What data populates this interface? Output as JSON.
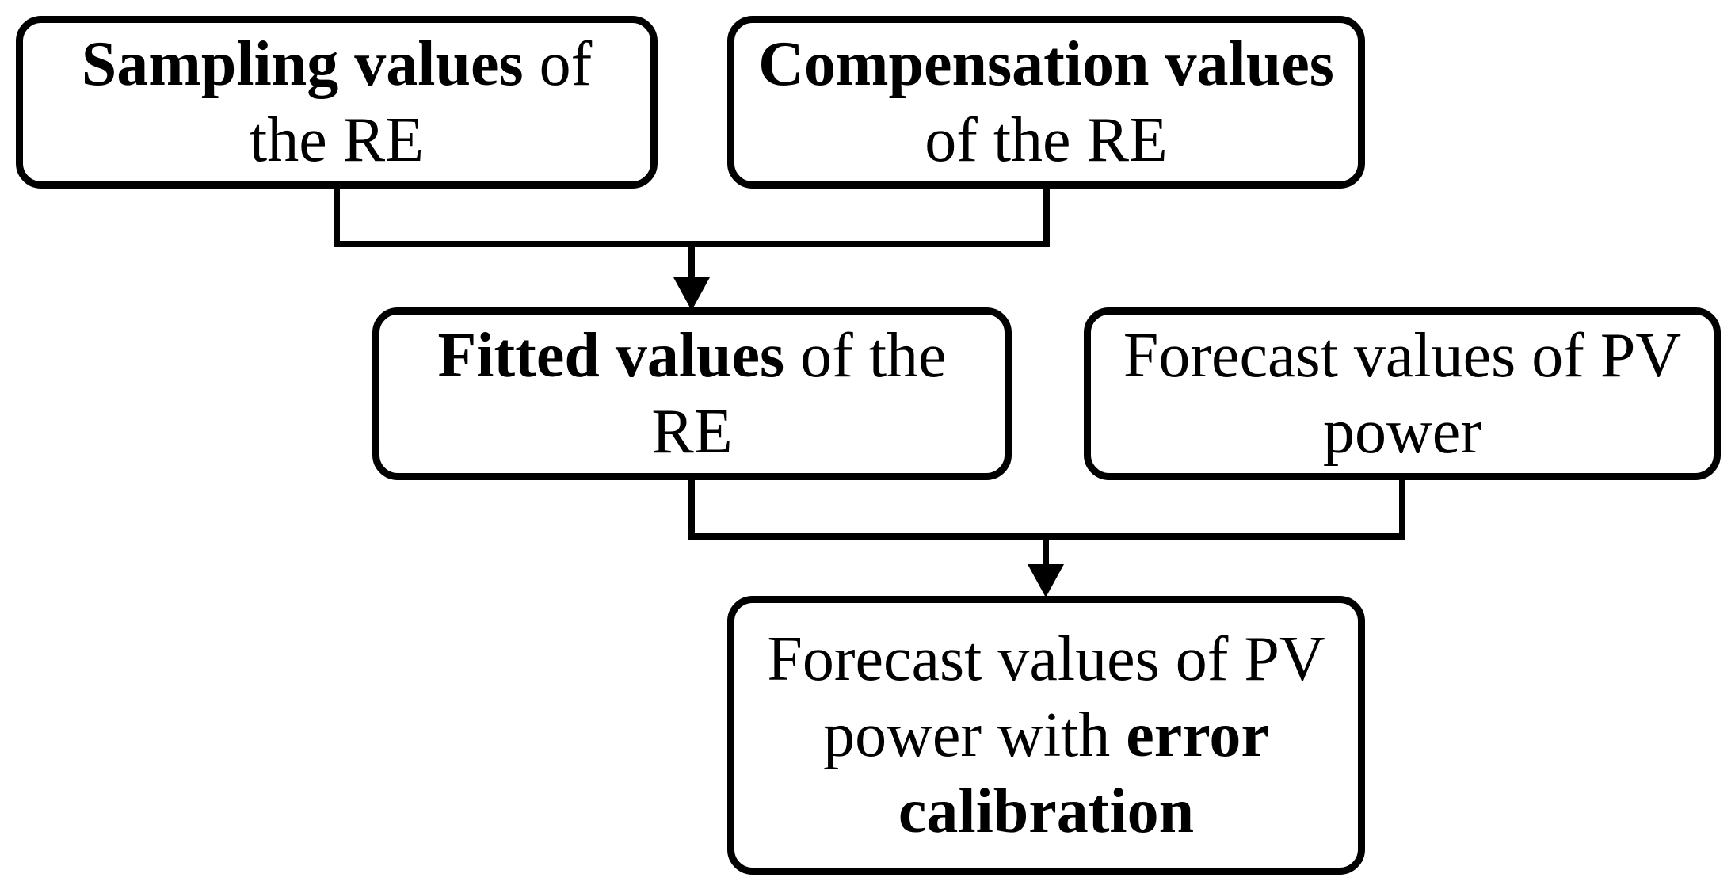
{
  "diagram": {
    "background_color": "#ffffff",
    "stroke_color": "#000000",
    "nodes": {
      "sampling": {
        "line1_bold": "Sampling values",
        "line1_rest": " of",
        "line2": "the RE"
      },
      "compensation": {
        "line1_bold": "Compensation values",
        "line2": "of the RE"
      },
      "fitted": {
        "line1_bold": "Fitted values",
        "line1_rest": " of the",
        "line2": "RE"
      },
      "forecast": {
        "line1": "Forecast values of PV",
        "line2": "power"
      },
      "calibrated": {
        "line1": "Forecast values of PV",
        "line2_rest": "power with ",
        "line2_bold": "error",
        "line3_bold": "calibration"
      }
    },
    "edges": [
      {
        "from": [
          "sampling",
          "compensation"
        ],
        "to": "fitted",
        "style": "merge-arrow-down"
      },
      {
        "from": [
          "fitted",
          "forecast"
        ],
        "to": "calibrated",
        "style": "merge-arrow-down"
      }
    ]
  }
}
